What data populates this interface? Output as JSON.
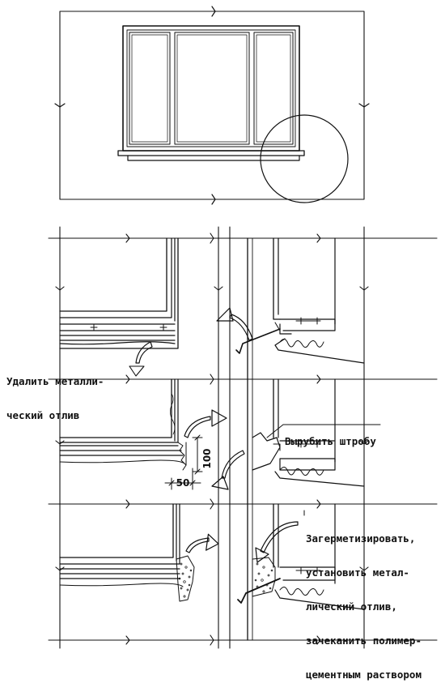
{
  "labels": {
    "step1": [
      "Удалить металли-",
      "ческий отлив"
    ],
    "step2": [
      "Вырубить штробу"
    ],
    "step3": [
      "Загерметизировать,",
      "установить метал-",
      "лический отлив,",
      "зачеканить полимер-",
      "цементным раствором"
    ]
  },
  "dimensions": {
    "vertical": "100",
    "horizontal": "50"
  }
}
